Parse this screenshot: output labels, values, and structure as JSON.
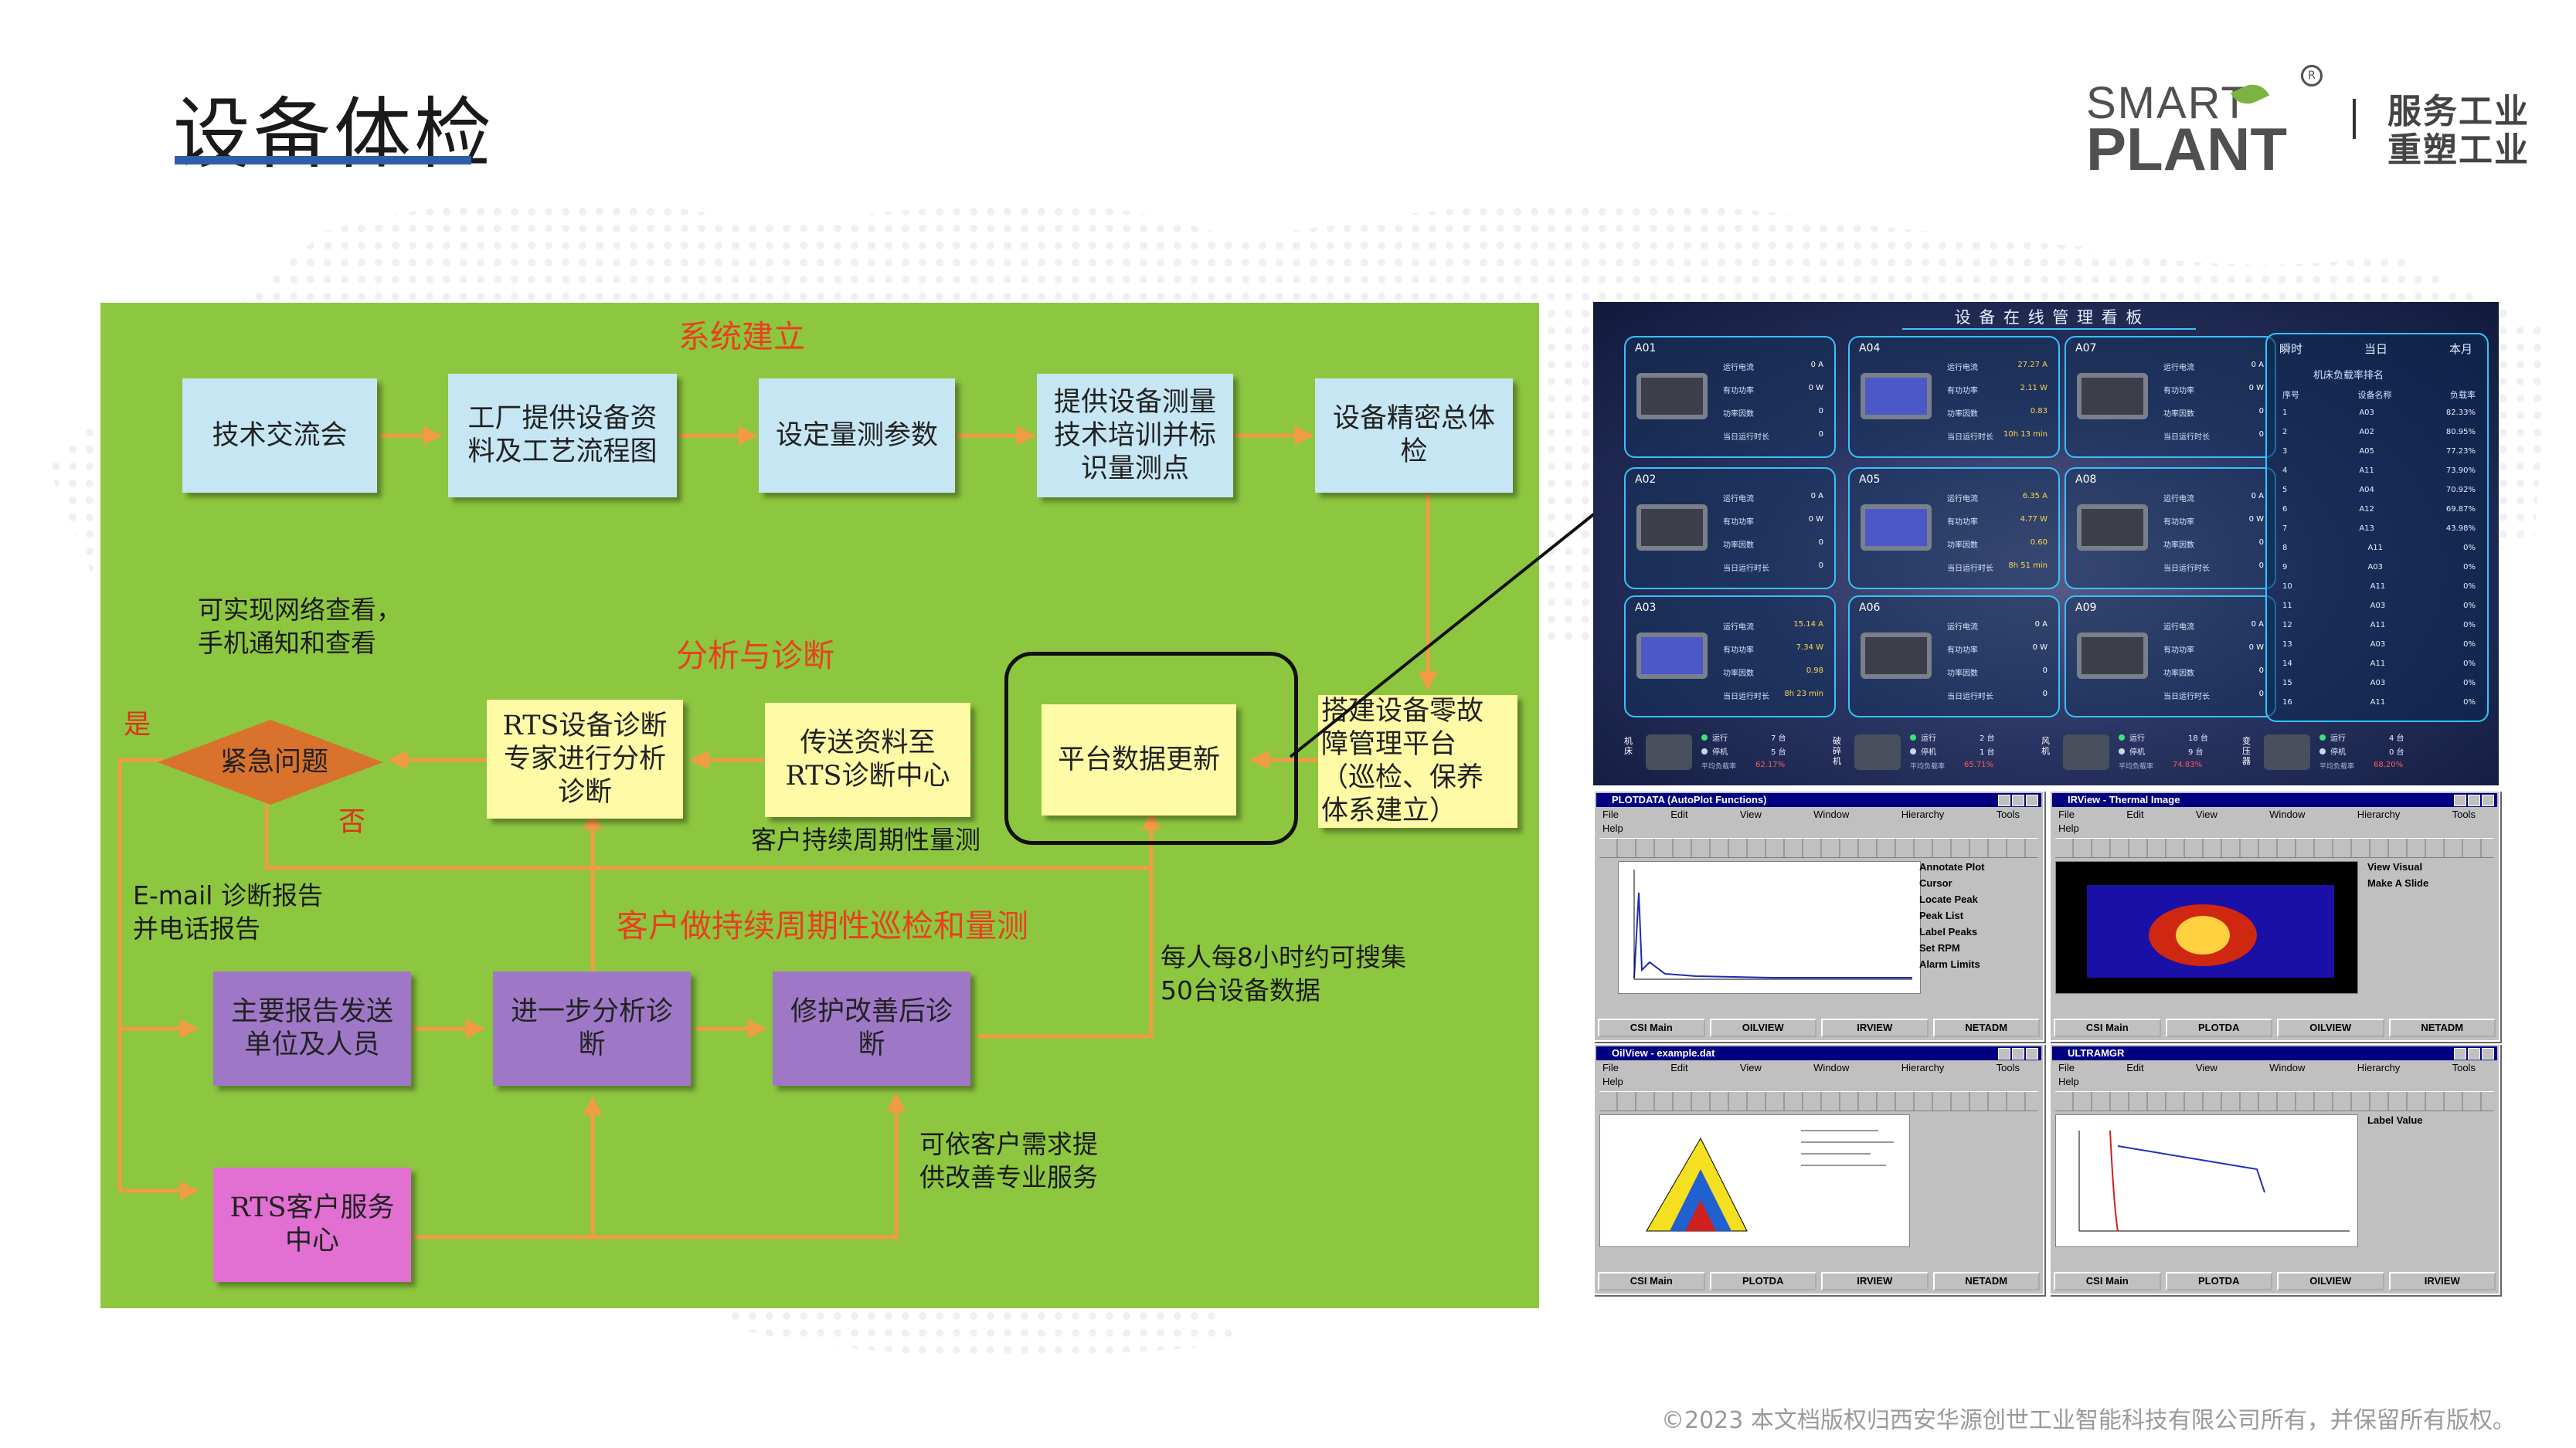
{
  "header": {
    "title": "设备体检",
    "logo_text_1": "SMART",
    "logo_text_2": "PLANT",
    "slogan_1": "服务工业",
    "slogan_2": "重塑工业"
  },
  "flow": {
    "sections": {
      "system": "系统建立",
      "analysis": "分析与诊断",
      "periodic": "客户做持续周期性巡检和量测"
    },
    "boxes": {
      "tech_exchange": "技术交流会",
      "factory_docs": "工厂提供设备资\n料及工艺流程图",
      "set_params": "设定量测参数",
      "training": "提供设备测量\n技术培训并标\n识量测点",
      "precision_check": "设备精密总体\n检",
      "platform_build": "搭建设备零故\n障管理平台\n（巡检、保养\n体系建立）",
      "platform_update": "平台数据更新",
      "send_data": "传送资料至\nRTS诊断中心",
      "rts_expert": "RTS设备诊断\n专家进行分析\n诊断",
      "urgent": "紧急问题",
      "report_send": "主要报告发送\n单位及人员",
      "further_analysis": "进一步分析诊\n断",
      "post_repair": "修护改善后诊\n断",
      "rts_service": "RTS客户服务\n中心"
    },
    "notes": {
      "network": "可实现网络查看，\n手机通知和查看",
      "yes": "是",
      "no": "否",
      "continuous": "客户持续周期性量测",
      "email": "E-mail 诊断报告\n并电话报告",
      "collect": "每人每8小时约可搜集\n50台设备数据",
      "service": "可依客户需求提\n供改善专业服务"
    }
  },
  "dashboard": {
    "title": "设 备 在 线 管 理 看 板",
    "tabs": [
      "瞬时",
      "当日",
      "本月"
    ],
    "rank_title": "机床负载率排名",
    "rank_headers": [
      "序号",
      "设备名称",
      "负载率"
    ],
    "ranks": [
      [
        "1",
        "A03",
        "82.33%"
      ],
      [
        "2",
        "A02",
        "80.95%"
      ],
      [
        "3",
        "A05",
        "77.23%"
      ],
      [
        "4",
        "A11",
        "73.90%"
      ],
      [
        "5",
        "A04",
        "70.92%"
      ],
      [
        "6",
        "A12",
        "69.87%"
      ],
      [
        "7",
        "A13",
        "43.98%"
      ],
      [
        "8",
        "A11",
        "0%"
      ],
      [
        "9",
        "A03",
        "0%"
      ],
      [
        "10",
        "A11",
        "0%"
      ],
      [
        "11",
        "A03",
        "0%"
      ],
      [
        "12",
        "A11",
        "0%"
      ],
      [
        "13",
        "A03",
        "0%"
      ],
      [
        "14",
        "A11",
        "0%"
      ],
      [
        "15",
        "A03",
        "0%"
      ],
      [
        "16",
        "A11",
        "0%"
      ]
    ],
    "machines": [
      {
        "id": "A01",
        "vals": [
          "0 A",
          "0 W",
          "0",
          "0"
        ]
      },
      {
        "id": "A04",
        "vals": [
          "27.27 A",
          "2.11 W",
          "0.83",
          "10h 13 min"
        ]
      },
      {
        "id": "A07",
        "vals": [
          "0 A",
          "0 W",
          "0",
          "0"
        ]
      },
      {
        "id": "A02",
        "vals": [
          "0 A",
          "0 W",
          "0",
          "0"
        ]
      },
      {
        "id": "A05",
        "vals": [
          "6.35 A",
          "4.77 W",
          "0.60",
          "8h 51 min"
        ]
      },
      {
        "id": "A08",
        "vals": [
          "0 A",
          "0 W",
          "0",
          "0"
        ]
      },
      {
        "id": "A03",
        "vals": [
          "15.14 A",
          "7.34 W",
          "0.98",
          "8h 23 min"
        ]
      },
      {
        "id": "A06",
        "vals": [
          "0 A",
          "0 W",
          "0",
          "0"
        ]
      },
      {
        "id": "A09",
        "vals": [
          "0 A",
          "0 W",
          "0",
          "0"
        ]
      }
    ],
    "metric_labels": [
      "运行电流",
      "有功功率",
      "功率因数",
      "当日运行时长"
    ],
    "bottom": [
      {
        "label": "机床",
        "a": "7 台",
        "b": "5 台",
        "rate": "62.17%"
      },
      {
        "label": "破碎机",
        "a": "2 台",
        "b": "1 台",
        "rate": "65.71%"
      },
      {
        "label": "风机",
        "a": "18 台",
        "b": "9 台",
        "rate": "74.83%"
      },
      {
        "label": "变压器",
        "a": "4 台",
        "b": "0 台",
        "rate": "68.20%"
      }
    ],
    "bottom_labels": [
      "运行",
      "停机",
      "平均负载率"
    ]
  },
  "windows": [
    {
      "title": "PLOTDATA (AutoPlot Functions)",
      "menu": [
        "File",
        "Edit",
        "View",
        "Window",
        "Hierarchy",
        "Tools"
      ],
      "help": "Help",
      "side": [
        "Annotate Plot",
        "Cursor",
        "Locate Peak",
        "Peak List",
        "Label Peaks",
        "Set RPM",
        "Alarm Limits"
      ],
      "tasks": [
        "CSI Main",
        "OILVIEW",
        "IRVIEW",
        "NETADM"
      ]
    },
    {
      "title": "IRView - Thermal Image",
      "menu": [
        "File",
        "Edit",
        "View",
        "Window",
        "Hierarchy",
        "Tools"
      ],
      "help": "Help",
      "side": [
        "View Visual",
        "Make A Slide"
      ],
      "tasks": [
        "CSI Main",
        "PLOTDA",
        "OILVIEW",
        "NETADM"
      ]
    },
    {
      "title": "OilView - example.dat",
      "menu": [
        "File",
        "Edit",
        "View",
        "Window",
        "Hierarchy",
        "Tools"
      ],
      "help": "Help",
      "side": [],
      "tasks": [
        "CSI Main",
        "PLOTDA",
        "IRVIEW",
        "NETADM"
      ]
    },
    {
      "title": "ULTRAMGR",
      "menu": [
        "File",
        "Edit",
        "View",
        "Window",
        "Hierarchy",
        "Tools"
      ],
      "help": "Help",
      "side": [
        "Label Value"
      ],
      "tasks": [
        "CSI Main",
        "PLOTDA",
        "OILVIEW",
        "IRVIEW"
      ]
    }
  ],
  "footer": "©2023 本文档版权归西安华源创世工业智能科技有限公司所有，并保留所有版权。"
}
